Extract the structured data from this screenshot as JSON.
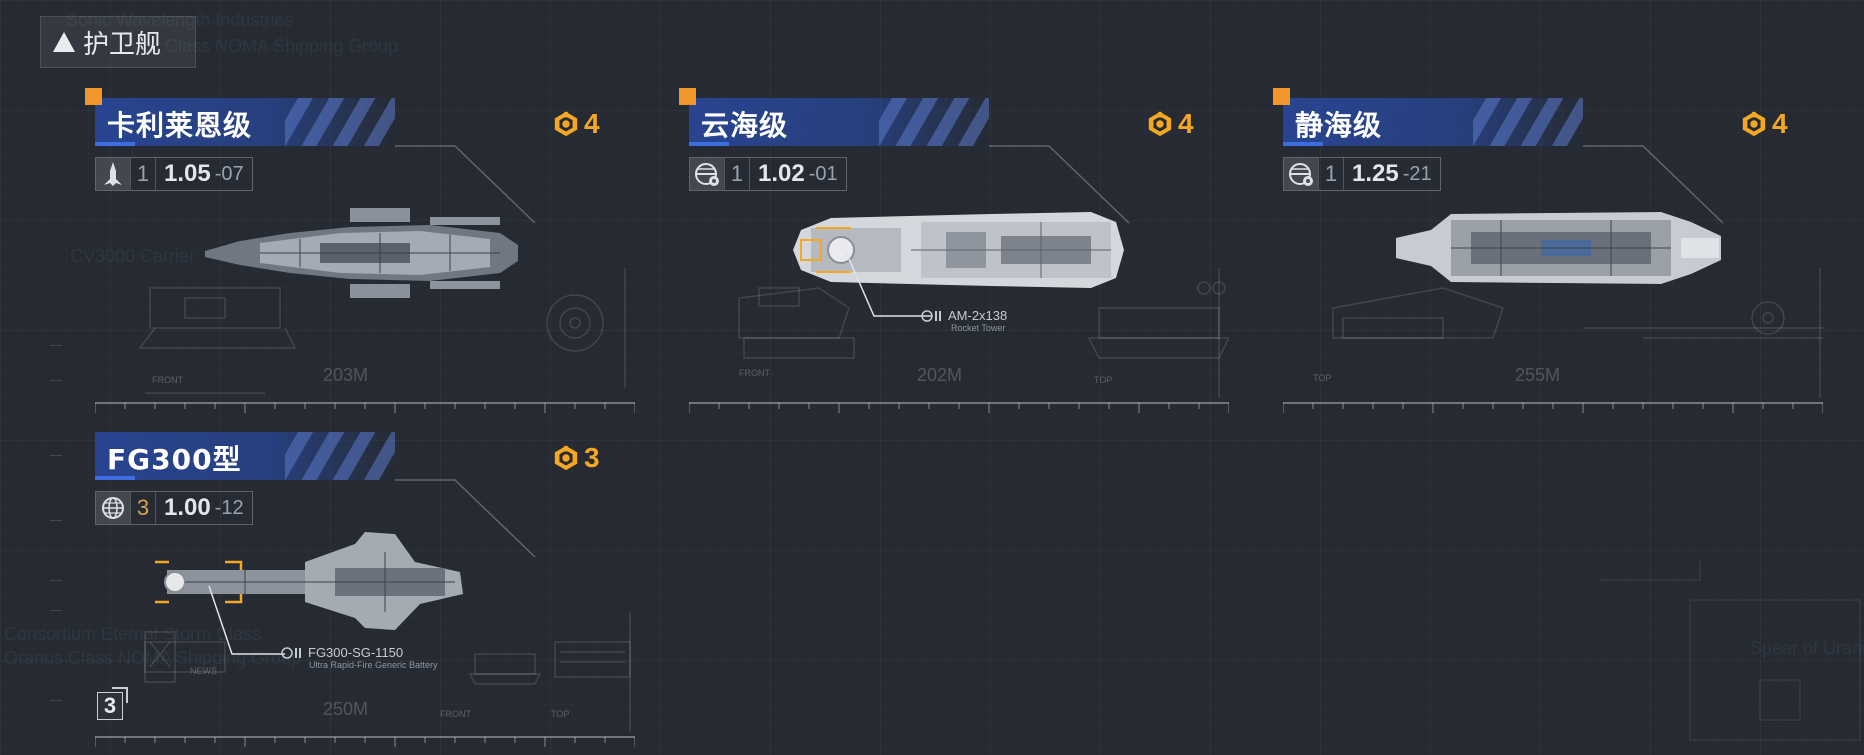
{
  "background_texts": [
    {
      "text": "Sonic Wavelength Industries"
    },
    {
      "text": "Vol. Class NOMA Shipping Group"
    },
    {
      "text": "CV3000 Carrier"
    },
    {
      "text": "Consortium Eternal Storm Class"
    },
    {
      "text": "Oranus Class NOMA Shipping Group"
    },
    {
      "text": "Spear of Uranus"
    }
  ],
  "category_tab": {
    "label": "护卫舰"
  },
  "cards": [
    {
      "title": "卡利莱恩级",
      "badge": "4",
      "tier": "1",
      "value_main": "1.05",
      "value_sub": "07",
      "view_label": "FRONT",
      "length": "203M",
      "callout": null
    },
    {
      "title": "云海级",
      "badge": "4",
      "tier": "1",
      "value_main": "1.02",
      "value_sub": "01",
      "view_label": "FRONT",
      "view_label_2": "TOP",
      "length": "202M",
      "callout": {
        "name": "AM-2x138",
        "sub": "Rocket Tower"
      }
    },
    {
      "title": "静海级",
      "badge": "4",
      "tier": "1",
      "value_main": "1.25",
      "value_sub": "21",
      "view_label": "TOP",
      "length": "255M",
      "callout": null
    },
    {
      "title": "FG300型",
      "badge": "3",
      "tier": "3",
      "value_main": "1.00",
      "value_sub": "12",
      "view_label": "FRONT",
      "view_label_2": "TOP",
      "length": "250M",
      "extra_label": "NEWS",
      "callout": {
        "name": "FG300-SG-1150",
        "sub": "Ultra Rapid-Fire Generic Battery"
      }
    }
  ],
  "page_indicator": "3",
  "colors": {
    "accent": "#f5a623",
    "title_bar": "#2c4a96",
    "corner": "#f0962a",
    "background": "#252a33"
  }
}
